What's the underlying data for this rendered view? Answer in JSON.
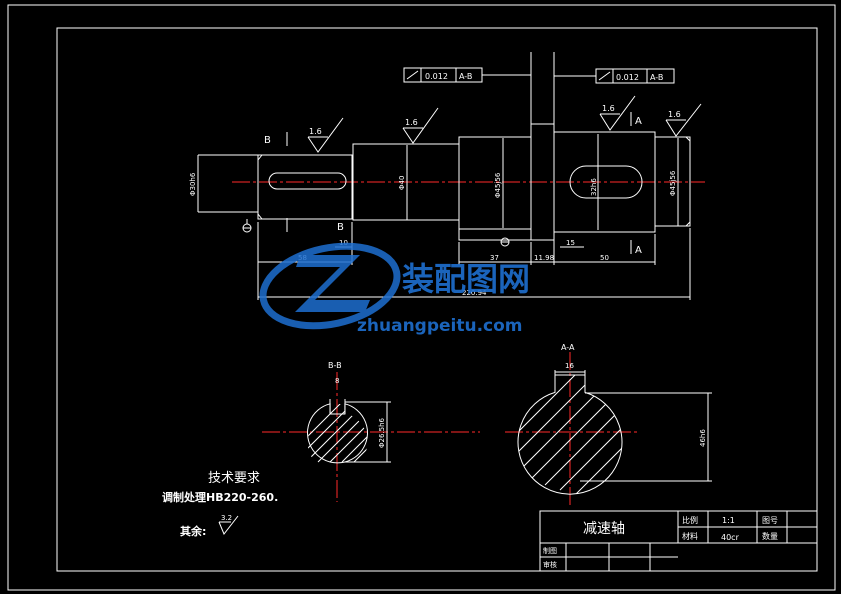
{
  "drawing": {
    "title": "减速轴",
    "tech_requirements_title": "技术要求",
    "tech_requirements_text": "调制处理HB220-260.",
    "surface_rest_label": "其余:",
    "surface_rest_value": "3.2",
    "roughness_values": [
      "1.6",
      "1.6",
      "1.6",
      "1.6"
    ],
    "tolerance_frames": [
      {
        "value": "0.012",
        "datum": "A-B"
      },
      {
        "value": "0.012",
        "datum": "A-B"
      }
    ],
    "section_labels": {
      "b_top": "B",
      "b_bottom": "B",
      "a_top": "A",
      "a_bottom": "A"
    },
    "dimensions": {
      "d30": "Φ30h6",
      "d40": "Φ40",
      "d45_left": "Φ45j56",
      "d45_right": "Φ45j56",
      "key_right": "32h6",
      "len_10": "10",
      "len_58": "58",
      "len_37": "37",
      "len_1198": "11.98",
      "len_15": "15",
      "len_50": "50",
      "total": "220.94"
    },
    "section_bb": {
      "label": "B-B",
      "width": "8",
      "dia": "Φ26.5h6"
    },
    "section_aa": {
      "label": "A-A",
      "width": "16",
      "dia": "46h6"
    },
    "title_block": {
      "scale_label": "比例",
      "scale_value": "1:1",
      "drawing_no_label": "图号",
      "material_label": "材料",
      "material_value": "40cr",
      "quantity_label": "数量",
      "drawn_by_label": "制图",
      "checked_by_label": "审核"
    },
    "watermark": {
      "name": "装配图网",
      "url": "zhuangpeitu.com"
    }
  }
}
